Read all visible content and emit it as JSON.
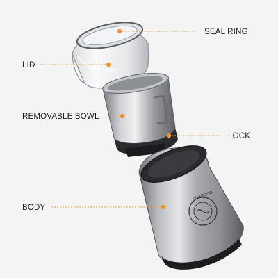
{
  "accent_color": "#f39325",
  "callouts": {
    "seal_ring": "SEAL RING",
    "lid": "LID",
    "removable_bowl": "REMOVABLE BOWL",
    "lock": "LOCK",
    "body": "BODY"
  },
  "product": {
    "brand": "SHARDOR"
  }
}
